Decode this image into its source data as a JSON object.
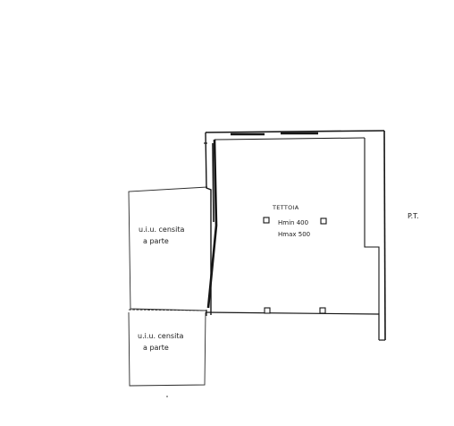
{
  "plan": {
    "floor_label": "P.T.",
    "main_room": {
      "name": "TETTOIA",
      "h_min": "Hmin 400",
      "h_max": "Hmax 500"
    },
    "adjacent_units": [
      {
        "line1": "u.i.u. censita",
        "line2": "a parte"
      },
      {
        "line1": "u.i.u. censita",
        "line2": "a parte"
      }
    ]
  }
}
